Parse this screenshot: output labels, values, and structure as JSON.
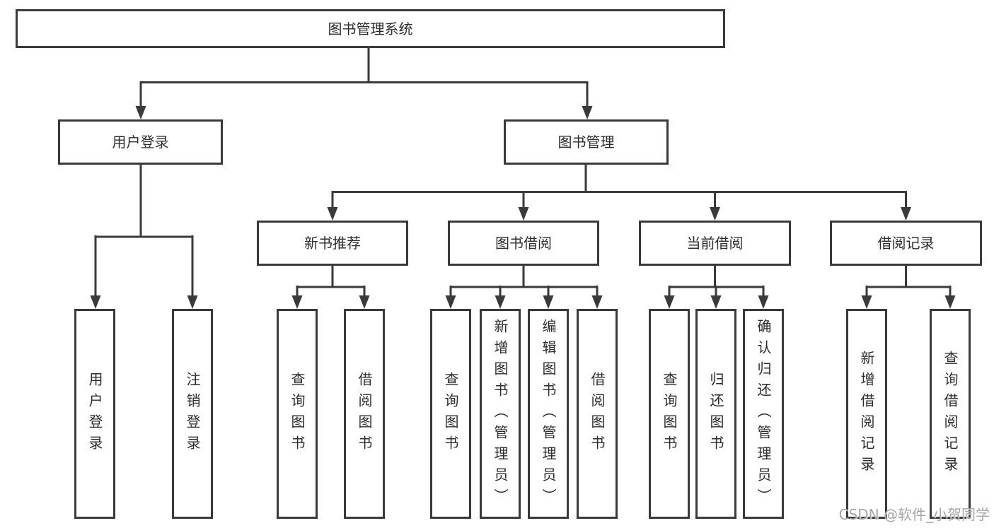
{
  "diagram": {
    "root_label": "图书管理系统",
    "level2": [
      "用户登录",
      "图书管理"
    ],
    "level3": [
      "新书推荐",
      "图书借阅",
      "当前借阅",
      "借阅记录"
    ],
    "leaves": {
      "user_login": [
        "用户登录",
        "注销登录"
      ],
      "new_book_recommend": [
        "查询图书",
        "借阅图书"
      ],
      "book_borrow": [
        "查询图书",
        "新增图书（管理员）",
        "编辑图书（管理员）",
        "借阅图书"
      ],
      "current_borrow": [
        "查询图书",
        "归还图书",
        "确认归还（管理员）"
      ],
      "borrow_record": [
        "新增借阅记录",
        "查询借阅记录"
      ]
    },
    "watermark": "CSDN @软件_小贺同学",
    "colors": {
      "line": "#3a3a3a",
      "box_border": "#3a3a3a",
      "box_background": "#ffffff",
      "text": "#2d2d2d",
      "watermark": "#a6a6a6",
      "page_background": "#ffffff"
    }
  }
}
